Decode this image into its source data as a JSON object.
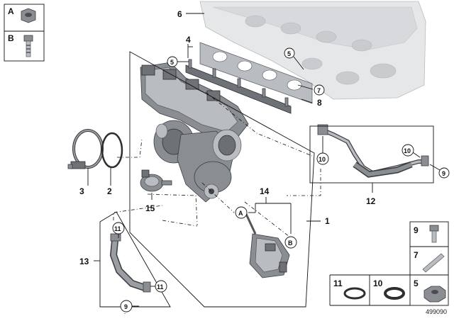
{
  "diagram": {
    "callouts": {
      "c1": "1",
      "c2": "2",
      "c3": "3",
      "c4": "4",
      "c5": "5",
      "c6": "6",
      "c7": "7",
      "c8": "8",
      "c9": "9",
      "c10": "10",
      "c11": "11",
      "c12": "12",
      "c13": "13",
      "c14": "14",
      "c15": "15",
      "cA": "A",
      "cB": "B"
    },
    "legend": {
      "a": "A",
      "b": "B",
      "p9": "9",
      "p7": "7",
      "p11": "11",
      "p10": "10",
      "p5": "5"
    },
    "reference_number": "499090"
  }
}
